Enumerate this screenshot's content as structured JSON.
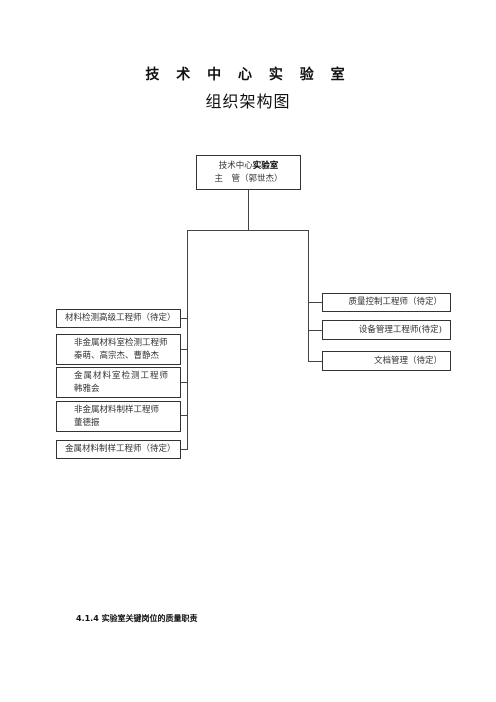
{
  "title": "技 术 中 心 实 验 室",
  "subtitle": "组织架构图",
  "top_box": {
    "line1_prefix": "技术中心",
    "line1_bold": "实验室",
    "line2": "主　管（郭世杰）"
  },
  "left_boxes": [
    {
      "line1": "材料检测高级工程师（待定）",
      "line2": ""
    },
    {
      "line1": "非金属材料室检测工程师",
      "line2": "秦萌、高宗杰、曹静杰"
    },
    {
      "line1": "金属材料室检测工程师",
      "line2": "韩雅会"
    },
    {
      "line1": "非金属材料制样工程师",
      "line2": "董德振"
    },
    {
      "line1": "金属材料制样工程师（待定）",
      "line2": ""
    }
  ],
  "right_boxes": [
    {
      "label": "质量控制工程师（待定）"
    },
    {
      "label": "设备管理工程师(待定)"
    },
    {
      "label": "文档管理（待定）"
    }
  ],
  "footer": "4.1.4 实验室关键岗位的质量职责"
}
